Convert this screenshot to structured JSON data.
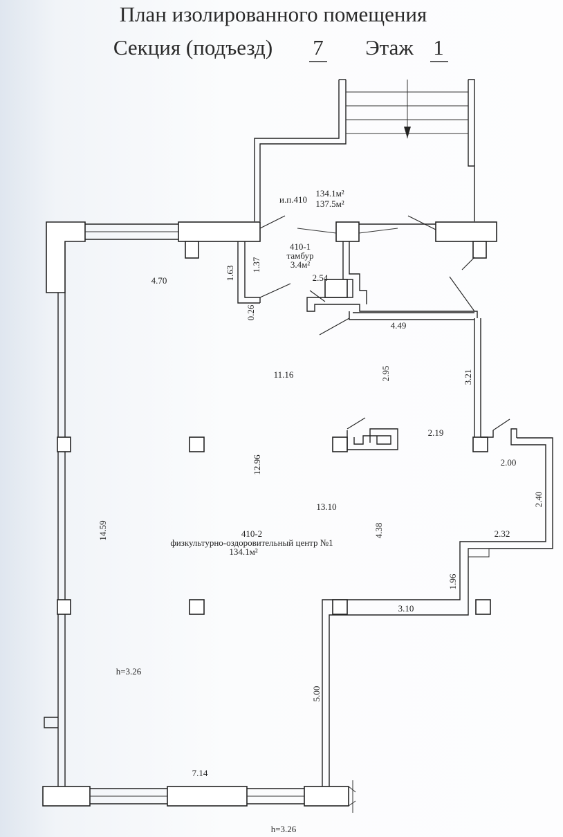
{
  "title": {
    "line1": "План изолированного помещения",
    "section_label": "Секция (подъезд)",
    "section_value": "7",
    "floor_label": "Этаж",
    "floor_value": "1"
  },
  "rooms": {
    "ip": {
      "label": "и.п.410",
      "area_1": "134.1м²",
      "area_2": "137.5м²"
    },
    "r410_1": {
      "number": "410-1",
      "name": "тамбур",
      "area": "3.4м²"
    },
    "r410_2": {
      "number": "410-2",
      "name": "физкультурно-оздоровительный центр №1",
      "area": "134.1м²"
    }
  },
  "heights": {
    "inner": "h=3.26",
    "bottom": "h=3.26"
  },
  "dimensions": {
    "d470": "4.70",
    "d163": "1.63",
    "d137": "1.37",
    "d026": "0.26",
    "d254": "2.54",
    "d449": "4.49",
    "d1116": "11.16",
    "d295": "2.95",
    "d321": "3.21",
    "d219": "2.19",
    "d1296": "12.96",
    "d200": "2.00",
    "d240": "2.40",
    "d1459": "14.59",
    "d1310": "13.10",
    "d438": "4.38",
    "d232": "2.32",
    "d196": "1.96",
    "d310": "3.10",
    "d500": "5.00",
    "d714": "7.14"
  }
}
